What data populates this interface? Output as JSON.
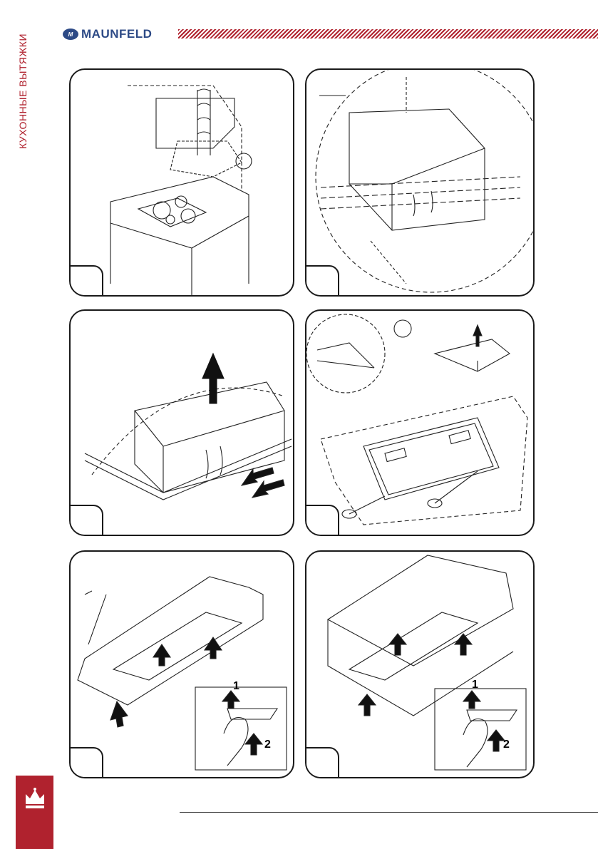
{
  "header": {
    "side_title": "КУХОННЫЕ ВЫТЯЖКИ",
    "brand_name": "MAUNFELD",
    "brand_mark": "M",
    "accent_color": "#b0222e",
    "brand_color": "#2d4a86"
  },
  "panels": [
    {
      "id": "p1",
      "step": "",
      "annotations": []
    },
    {
      "id": "p2",
      "step": "",
      "annotations": []
    },
    {
      "id": "p3",
      "step": "",
      "annotations": []
    },
    {
      "id": "p4",
      "step": "",
      "annotations": []
    },
    {
      "id": "p5",
      "step": "",
      "annotations": [
        "1",
        "2"
      ]
    },
    {
      "id": "p6",
      "step": "",
      "annotations": [
        "1",
        "2"
      ]
    }
  ],
  "footer": {
    "emblem": "crown-icon"
  }
}
